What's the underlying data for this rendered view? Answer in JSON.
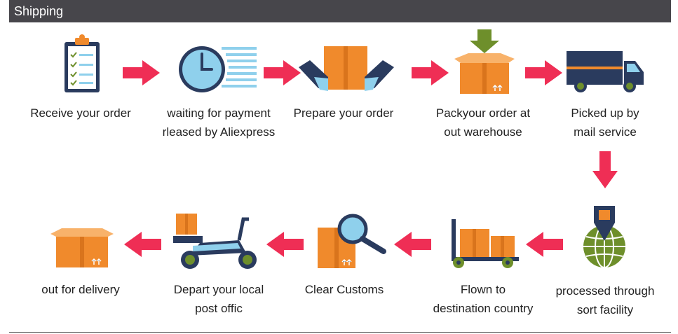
{
  "header": {
    "title": "Shipping"
  },
  "colors": {
    "header_bg": "#47464b",
    "arrow": "#ef2e55",
    "box": "#f08a2c",
    "navy": "#2a3b5e",
    "green": "#6e8f2b",
    "light_blue": "#8fd0ec"
  },
  "steps": [
    {
      "icon": "clipboard-checklist-icon",
      "label": "Receive your order"
    },
    {
      "icon": "clock-icon",
      "label": "waiting for payment\nrleased by Aliexpress"
    },
    {
      "icon": "hands-holding-box-icon",
      "label": "Prepare your order"
    },
    {
      "icon": "box-with-down-arrow-icon",
      "label": "Packyour order at\nout warehouse"
    },
    {
      "icon": "delivery-truck-icon",
      "label": "Picked up by\nmail service"
    },
    {
      "icon": "globe-with-pin-icon",
      "label": "processed through\nsort facility"
    },
    {
      "icon": "hand-truck-boxes-icon",
      "label": "Flown to\ndestination country"
    },
    {
      "icon": "box-magnifier-icon",
      "label": "Clear Customs"
    },
    {
      "icon": "scooter-delivery-icon",
      "label": "Depart your local\npost offic"
    },
    {
      "icon": "open-box-icon",
      "label": "out for delivery"
    }
  ]
}
